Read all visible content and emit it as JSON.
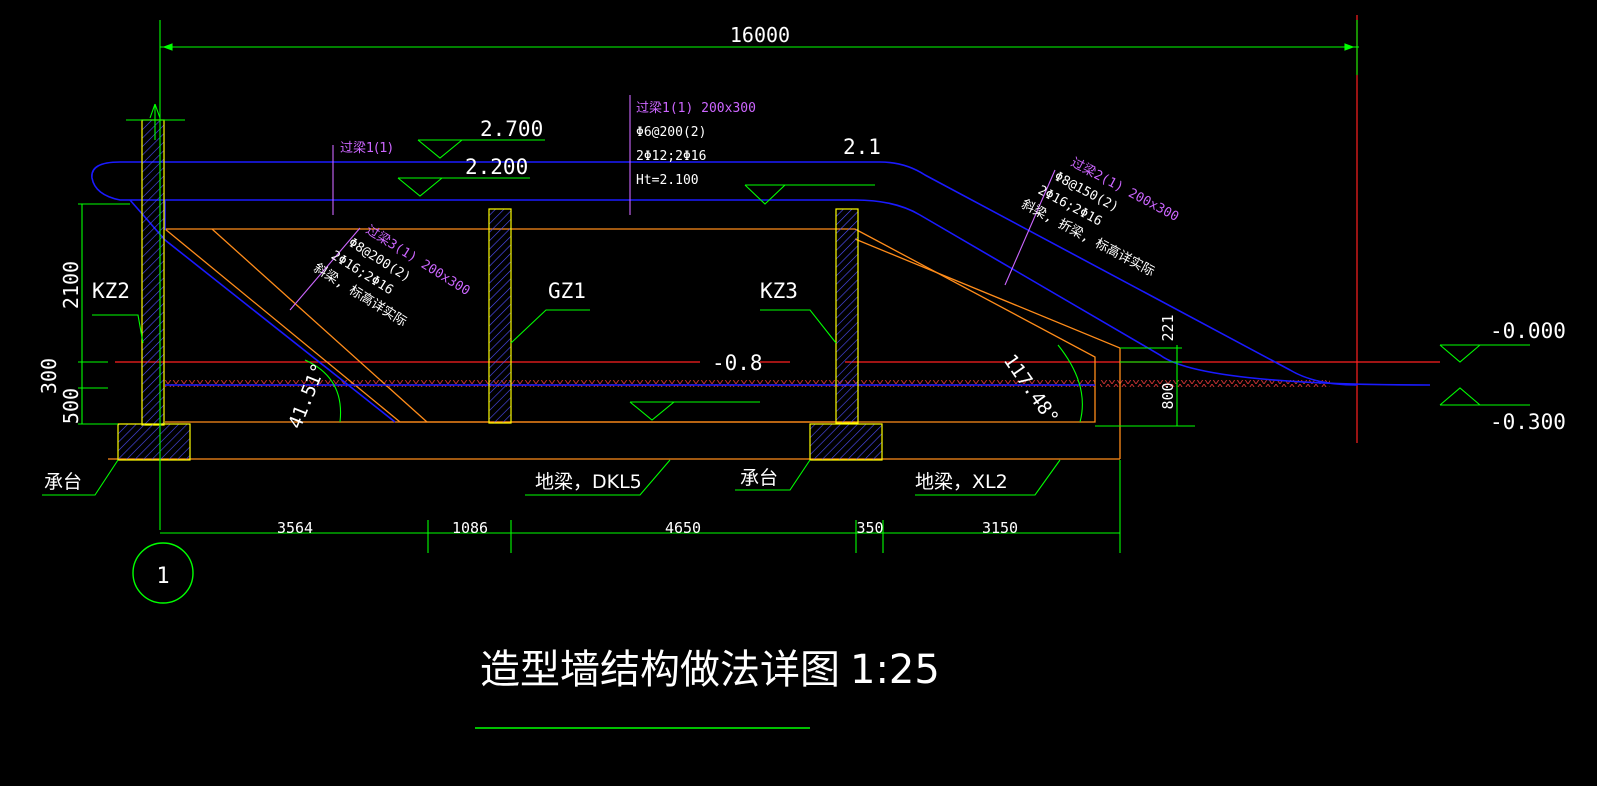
{
  "colors": {
    "background": "#000000",
    "dimension": "#00ff00",
    "column": "#2222cc",
    "column_outline": "#ffff00",
    "beam_blue": "#1a1aff",
    "beam_orange": "#ff8c1a",
    "axis_red": "#ff2020",
    "ground_hatch": "#c03030",
    "text": "#ffffff",
    "lintel_text": "#cc66ff"
  },
  "dimensions": {
    "overall": "16000",
    "bottom": [
      "3564",
      "1086",
      "4650",
      "350",
      "3150"
    ],
    "left": [
      "2100",
      "300",
      "500"
    ],
    "right": [
      "221",
      "800"
    ]
  },
  "elevations": {
    "e2700": "2.700",
    "e2200": "2.200",
    "e21": "2.1",
    "e08": "-0.8",
    "e0000": "-0.000",
    "e0300": "-0.300"
  },
  "columns": {
    "kz2": "KZ2",
    "gz1": "GZ1",
    "kz3": "KZ3"
  },
  "callouts": {
    "pile_cap_left": "承台",
    "pile_cap_mid": "承台",
    "ground_beam_1": "地梁，DKL5",
    "ground_beam_2": "地梁，XL2"
  },
  "angles": {
    "a1": "41.51°",
    "a2": "117.48°"
  },
  "lintels": {
    "l1_short": "过梁1(1)",
    "l1_lines": [
      "过梁1(1) 200x300",
      "Φ6@200(2)",
      "2Φ12;2Φ16",
      "Ht=2.100"
    ],
    "l2_lines": [
      "过梁2(1) 200x300",
      "Φ8@150(2)",
      "2Φ16;2Φ16",
      "斜梁, 折梁, 标高详实际"
    ],
    "l3_lines": [
      "过梁3(1) 200x300",
      "Φ8@200(2)",
      "2Φ16;2Φ16",
      "斜梁, 标高详实际"
    ]
  },
  "axis_marker": "1",
  "title": "造型墙结构做法详图",
  "scale": "1:25"
}
